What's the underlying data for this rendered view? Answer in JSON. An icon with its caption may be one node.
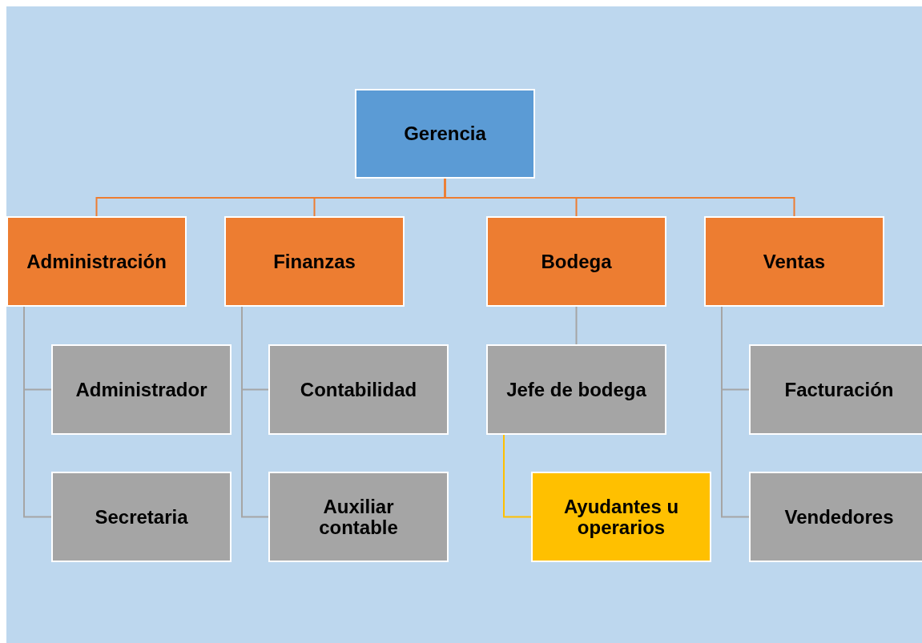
{
  "diagram": {
    "nodes": [
      {
        "text": [
          "Gerencia"
        ]
      },
      {
        "text": [
          "Administración"
        ]
      },
      {
        "text": [
          "Finanzas"
        ]
      },
      {
        "text": [
          "Bodega"
        ]
      },
      {
        "text": [
          "Ventas"
        ]
      },
      {
        "text": [
          "Administrador"
        ]
      },
      {
        "text": [
          "Secretaria"
        ]
      },
      {
        "text": [
          "Contabilidad"
        ]
      },
      {
        "text": [
          "Auxiliar contable"
        ]
      },
      {
        "text": [
          "Jefe de bodega"
        ]
      },
      {
        "text": [
          "Ayudantes u operarios"
        ]
      },
      {
        "text": [
          "Facturación"
        ]
      },
      {
        "text": [
          "Vendedores"
        ]
      }
    ],
    "edges": [
      {
        "from": 0,
        "to": 1,
        "arrow": "none",
        "color": "#ed7d31"
      },
      {
        "from": 0,
        "to": 2,
        "arrow": "none",
        "color": "#ed7d31"
      },
      {
        "from": 0,
        "to": 3,
        "arrow": "none",
        "color": "#ed7d31"
      },
      {
        "from": 0,
        "to": 4,
        "arrow": "none",
        "color": "#ed7d31"
      },
      {
        "from": 1,
        "to": 5,
        "arrow": "none"
      },
      {
        "from": 1,
        "to": 6,
        "arrow": "none"
      },
      {
        "from": 2,
        "to": 7,
        "arrow": "none"
      },
      {
        "from": 2,
        "to": 8,
        "arrow": "none"
      },
      {
        "from": 3,
        "to": 9,
        "arrow": "none"
      },
      {
        "from": 9,
        "to": 10,
        "arrow": "none",
        "color": "#ffc000"
      },
      {
        "from": 4,
        "to": 11,
        "arrow": "none"
      },
      {
        "from": 4,
        "to": 12,
        "arrow": "none"
      }
    ]
  }
}
